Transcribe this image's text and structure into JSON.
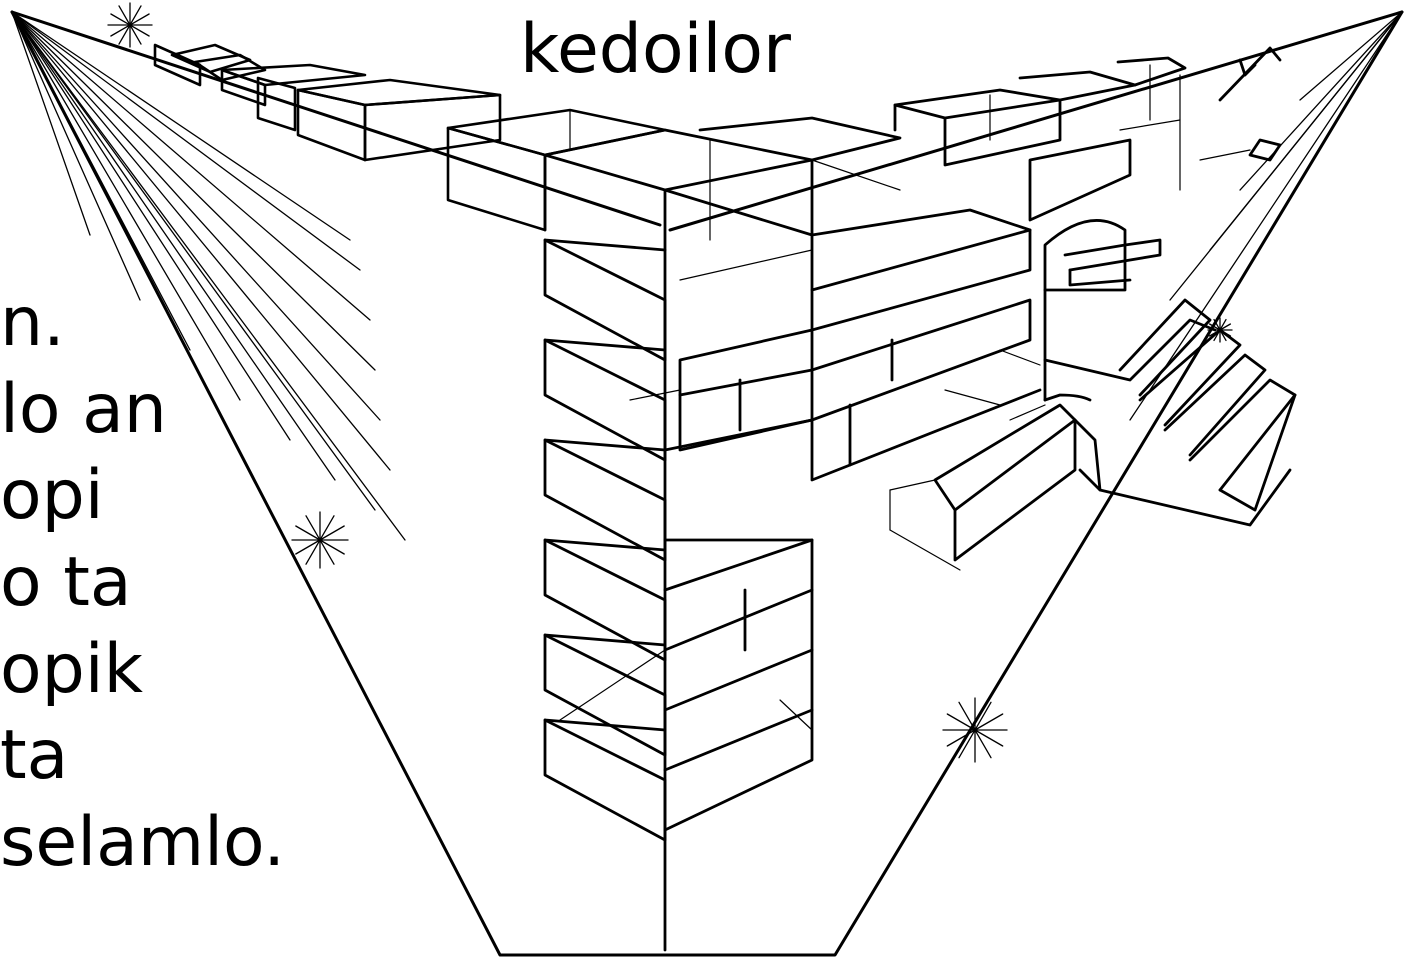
{
  "title_line": "kedoilor",
  "body_lines": [
    "n.",
    "lo an",
    "opi",
    "o ta",
    "opik",
    "ta",
    "selamlo."
  ],
  "colors": {
    "ink": "#000000",
    "paper": "#ffffff"
  }
}
